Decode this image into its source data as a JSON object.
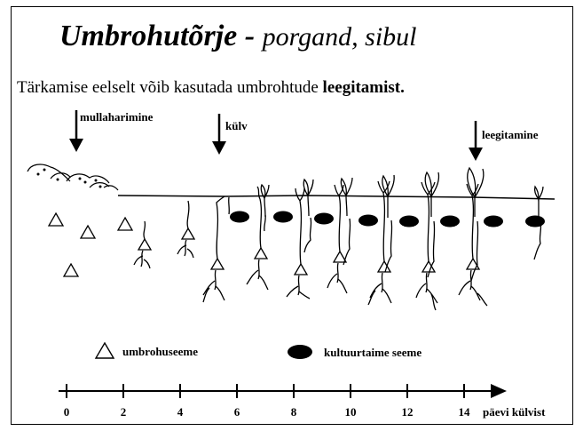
{
  "title": {
    "main": "Umbrohutõrje",
    "dash": " - ",
    "sub": "porgand, sibul"
  },
  "subtitle": {
    "text": "Tärkamise eelselt võib kasutada umbrohtude ",
    "bold": "leegitamist."
  },
  "events": [
    {
      "label": "mullaharimine"
    },
    {
      "label": "külv"
    },
    {
      "label": "leegitamine"
    }
  ],
  "legend": {
    "weed_seed": "umbrohuseeme",
    "crop_seed": "kultuurtaime seeme"
  },
  "axis": {
    "ticks": [
      "0",
      "2",
      "4",
      "6",
      "8",
      "10",
      "12",
      "14"
    ],
    "label": "päevi külvist"
  },
  "colors": {
    "ink": "#000000",
    "background": "#ffffff"
  }
}
